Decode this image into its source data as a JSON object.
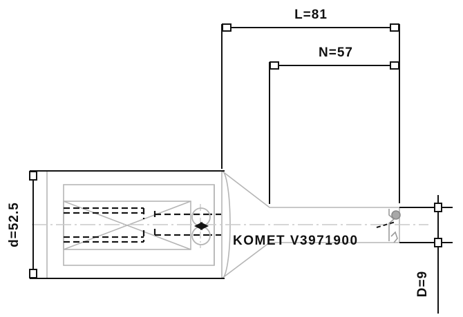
{
  "drawing": {
    "type": "technical-engineering-drawing",
    "subject": "KOMET indexable insert drill / tool holder side view",
    "background_color": "#ffffff",
    "line_color": "#111111",
    "body_outline_color": "#b0b0b0",
    "hidden_line_color": "#1a1a1a",
    "centerline_color": "#c8c8c8"
  },
  "dimensions": {
    "overall_length": {
      "label": "L=81",
      "symbol": "L",
      "value": 81,
      "orientation": "horizontal",
      "position": "top"
    },
    "usable_length": {
      "label": "N=57",
      "symbol": "N",
      "value": 57,
      "orientation": "horizontal",
      "position": "top-inner"
    },
    "body_diameter": {
      "label": "d=52.5",
      "symbol": "d",
      "value": 52.5,
      "orientation": "vertical",
      "position": "left"
    },
    "shank_diameter": {
      "label": "D=9",
      "symbol": "D",
      "value": 9,
      "orientation": "vertical",
      "position": "right"
    }
  },
  "markings": {
    "brand": "KOMET",
    "part_number": "V3971900",
    "full_text": "KOMET  V3971900"
  }
}
